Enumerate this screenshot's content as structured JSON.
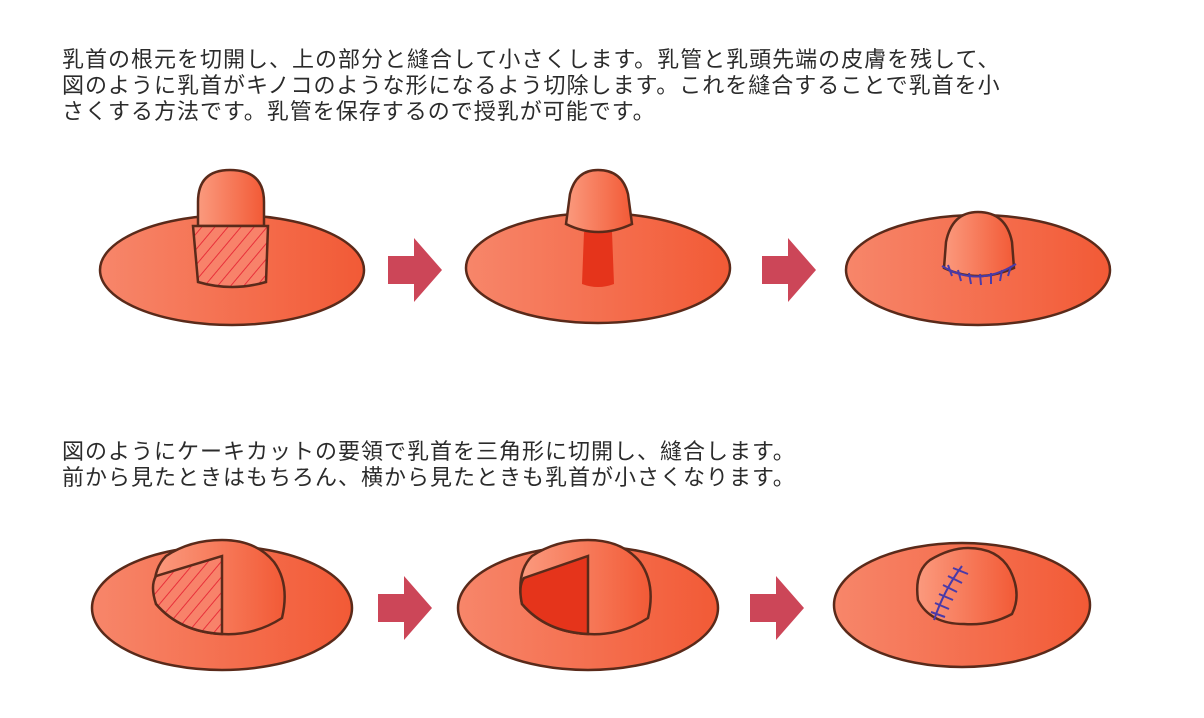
{
  "section1": {
    "lines": [
      "乳首の根元を切開し、上の部分と縫合して小さくします。乳管と乳頭先端の皮膚を残して、",
      "図のように乳首がキノコのような形になるよう切除します。これを縫合することで乳首を小",
      "さくする方法です。乳管を保存するので授乳が可能です。"
    ]
  },
  "section2": {
    "lines": [
      "図のようにケーキカットの要領で乳首を三角形に切開し、縫合します。",
      "前から見たときはもちろん、横から見たときも乳首が小さくなります。"
    ]
  },
  "colors": {
    "skin_light": "#f7866a",
    "skin_dark": "#f25a36",
    "outline": "#5a2a1a",
    "hatch": "#e8303a",
    "excised": "#e5341b",
    "arrow": "#cc4658",
    "suture": "#4a3aa8"
  }
}
